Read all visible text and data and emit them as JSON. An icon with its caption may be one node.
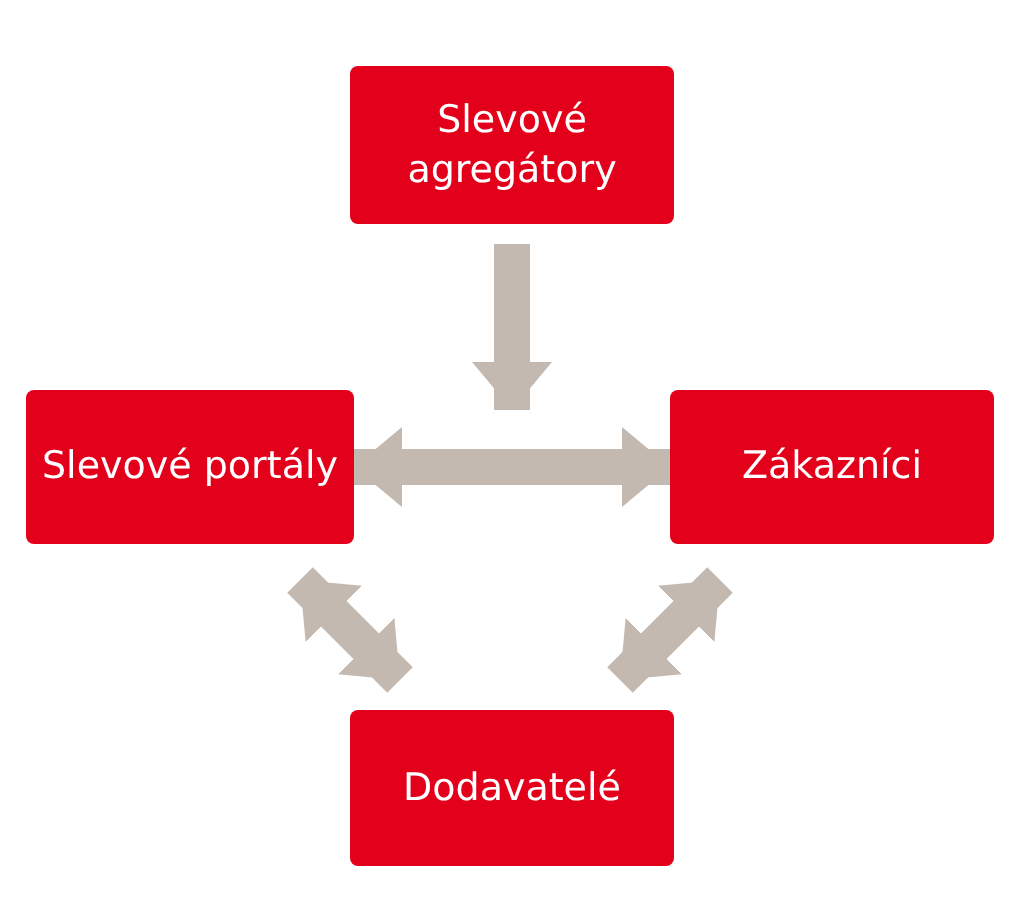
{
  "diagram": {
    "nodes": [
      {
        "text": [
          "Slevové agregátory"
        ]
      },
      {
        "text": [
          "Slevové portály"
        ]
      },
      {
        "text": [
          "Zákazníci"
        ]
      },
      {
        "text": [
          "Dodavatelé"
        ]
      }
    ],
    "edges": [
      {
        "from": 0,
        "to": null,
        "arrow": "to"
      },
      {
        "from": 1,
        "to": 2,
        "arrow": "both"
      },
      {
        "from": 1,
        "to": 3,
        "arrow": "both"
      },
      {
        "from": 2,
        "to": 3,
        "arrow": "both"
      }
    ]
  }
}
